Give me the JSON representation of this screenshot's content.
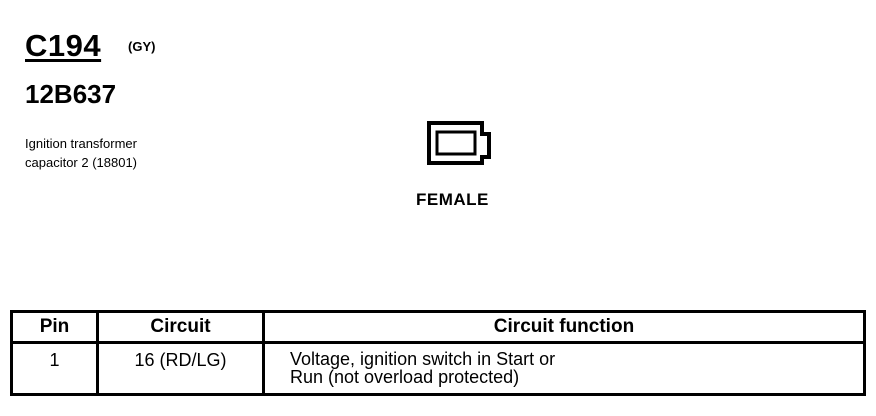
{
  "header": {
    "connector_id": "C194",
    "color_code": "(GY)",
    "part_number": "12B637",
    "description_lines": [
      "Ignition transformer",
      "capacitor 2 (18801)"
    ]
  },
  "connector_view": {
    "icon": "connector-face-icon",
    "gender": "FEMALE"
  },
  "pin_table": {
    "columns": [
      "Pin",
      "Circuit",
      "Circuit function"
    ],
    "rows": [
      {
        "pin": "1",
        "circuit": "16 (RD/LG)",
        "function_lines": [
          "Voltage, ignition switch in Start or",
          "Run (not overload protected)"
        ]
      }
    ]
  }
}
